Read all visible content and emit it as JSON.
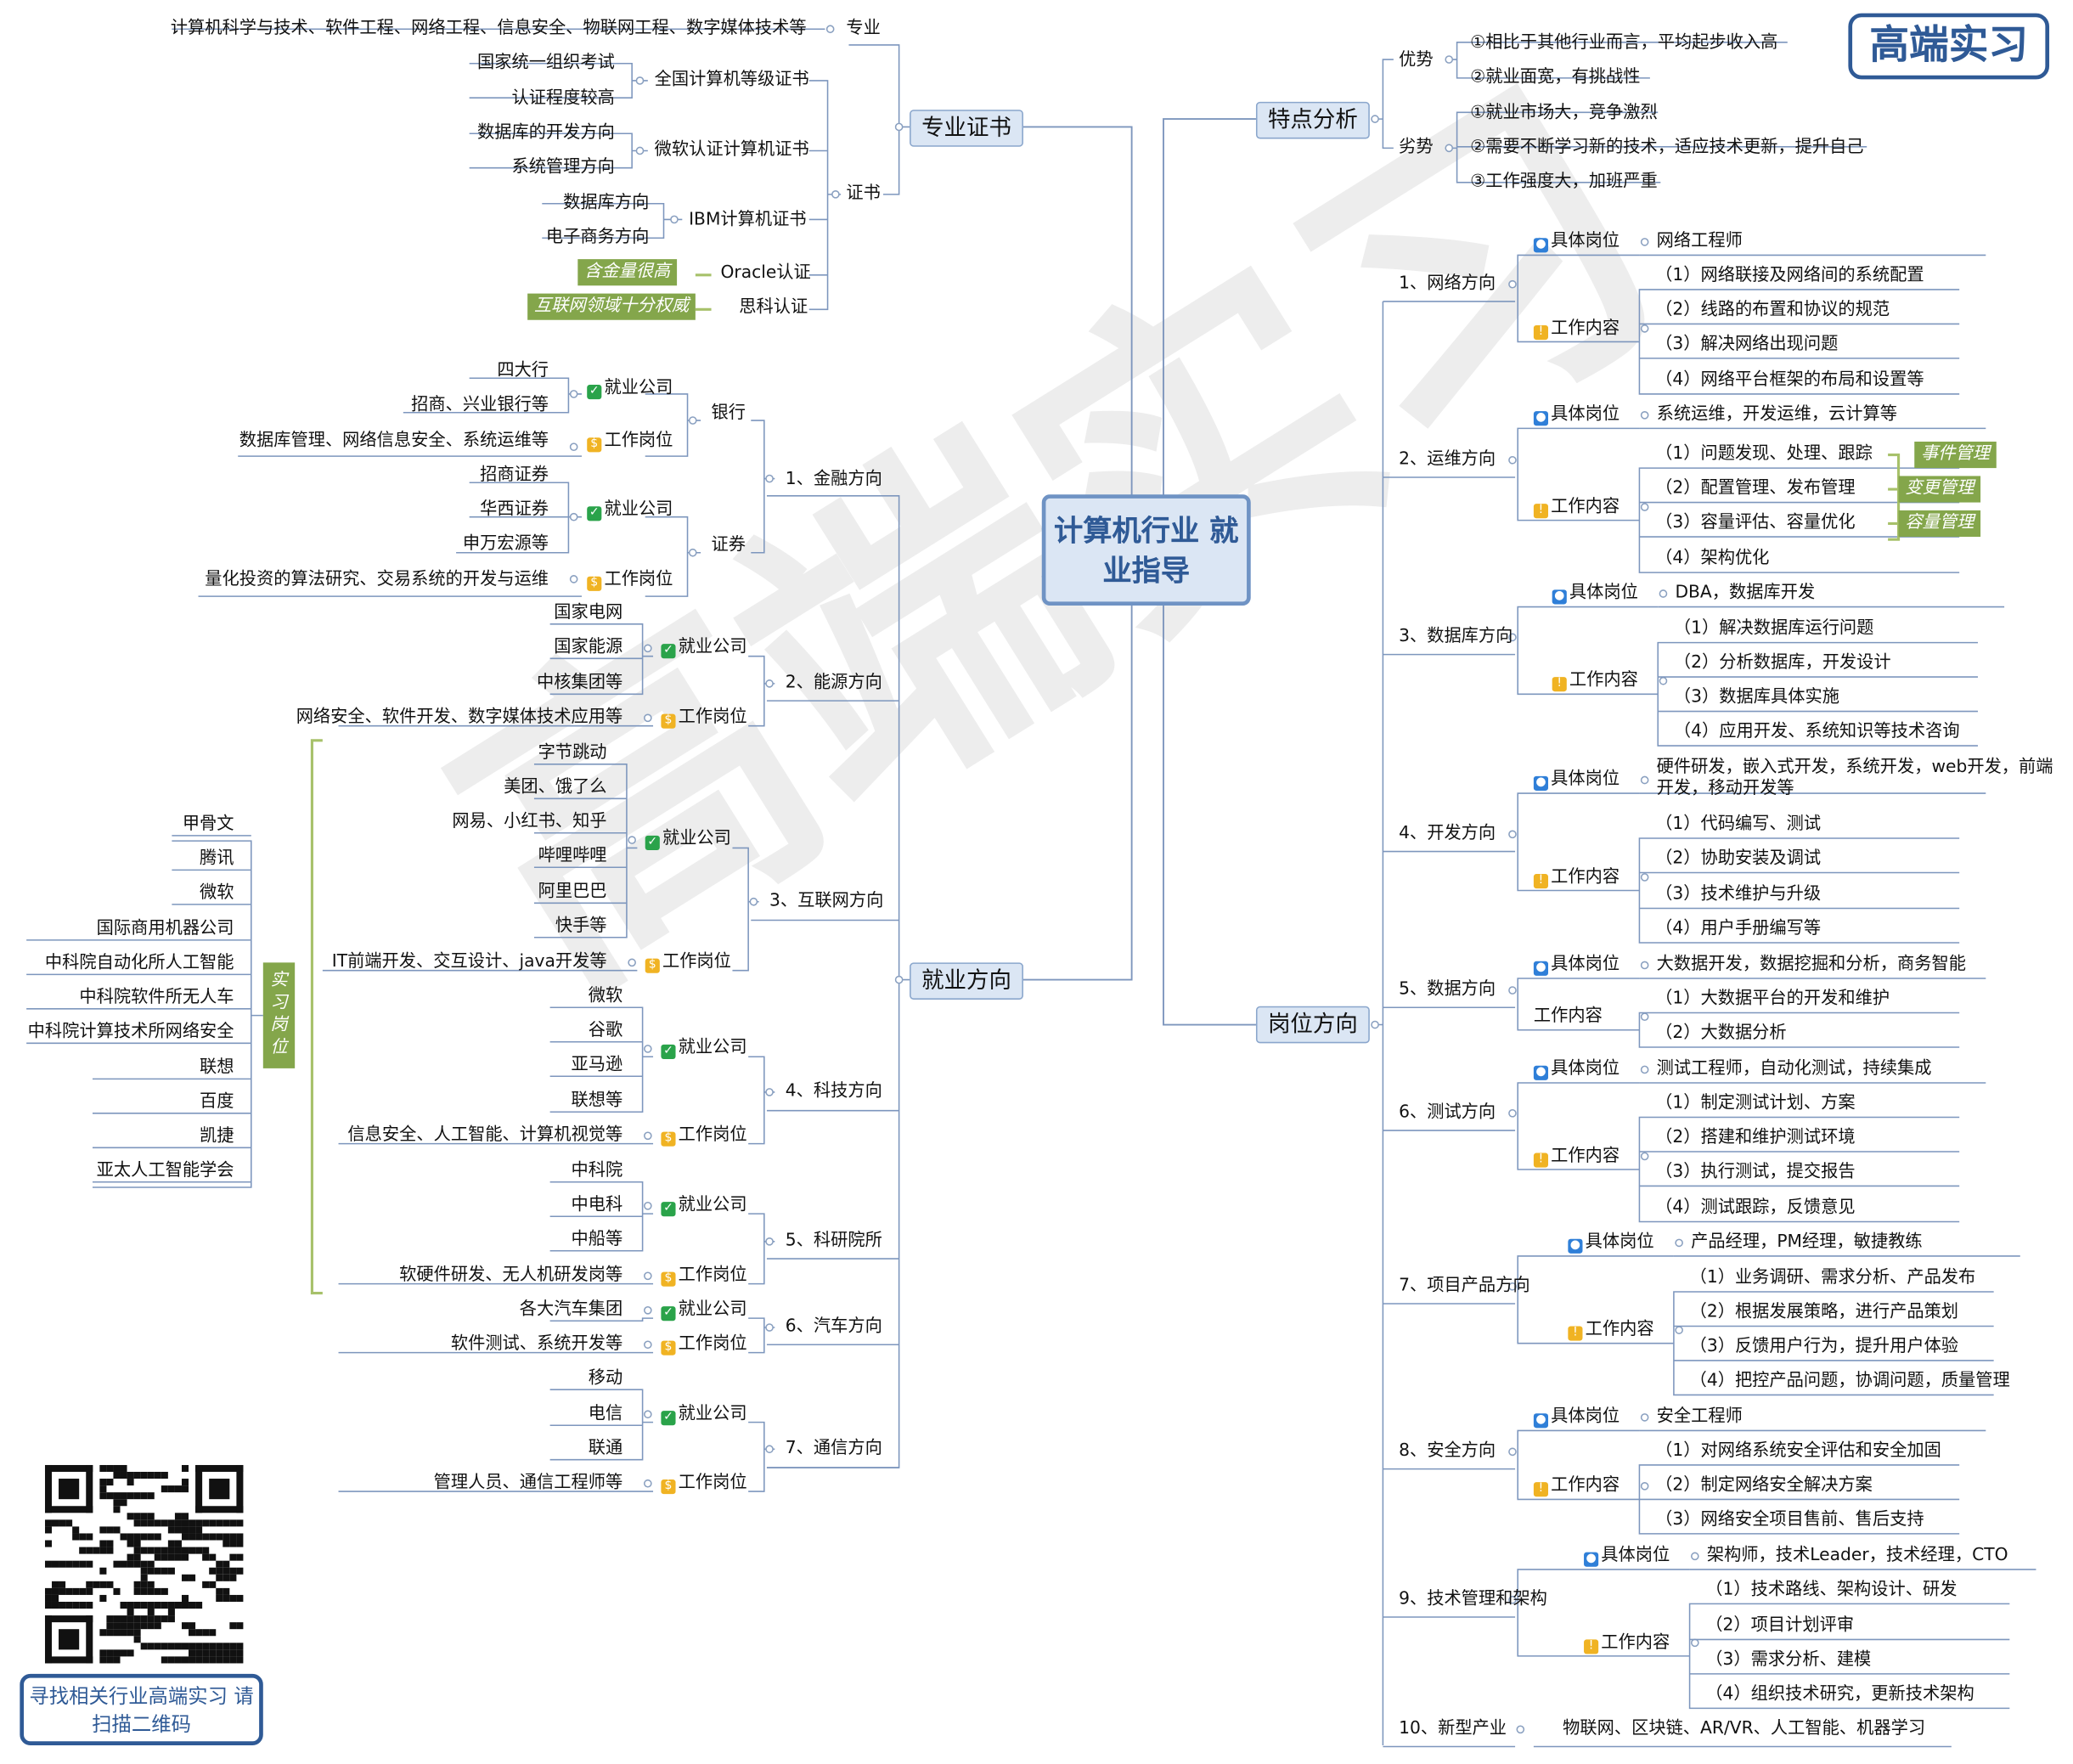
{
  "badge": "高端实习",
  "center_title": "计算机行业 就业指导",
  "watermark": "高端实习",
  "qr_caption": "寻找相关行业高端实习 请扫描二维码",
  "notes": {
    "oracle": "含金量很高",
    "cisco": "互联网领域十分权威",
    "intern": "实习岗位"
  },
  "intern_companies": [
    "甲骨文",
    "腾讯",
    "微软",
    "国际商用机器公司",
    "中科院自动化所人工智能",
    "中科院软件所无人车",
    "中科院计算技术所网络安全",
    "联想",
    "百度",
    "凯捷",
    "亚太人工智能学会"
  ],
  "cert": {
    "title": "专业证书",
    "major_label": "专业",
    "major_text": "计算机科学与技术、软件工程、网络工程、信息安全、物联网工程、数字媒体技术等",
    "cert_label": "证书",
    "items": [
      {
        "name": "全国计算机等级证书",
        "subs": [
          "国家统一组织考试",
          "认证程度较高"
        ]
      },
      {
        "name": "微软认证计算机证书",
        "subs": [
          "数据库的开发方向",
          "系统管理方向"
        ]
      },
      {
        "name": "IBM计算机证书",
        "subs": [
          "数据库方向",
          "电子商务方向"
        ]
      },
      {
        "name": "Oracle认证",
        "subs": []
      },
      {
        "name": "思科认证",
        "subs": []
      }
    ]
  },
  "labels": {
    "company": "就业公司",
    "position": "工作岗位",
    "job": "具体岗位",
    "content": "工作内容"
  },
  "employment": {
    "title": "就业方向",
    "finance": {
      "name": "1、金融方向",
      "bank": {
        "name": "银行",
        "companies": [
          "四大行",
          "招商、兴业银行等"
        ],
        "positions": "数据库管理、网络信息安全、系统运维等"
      },
      "securities": {
        "name": "证券",
        "companies": [
          "招商证券",
          "华西证券",
          "申万宏源等"
        ],
        "positions": "量化投资的算法研究、交易系统的开发与运维"
      }
    },
    "branches": [
      {
        "name": "2、能源方向",
        "companies": [
          "国家电网",
          "国家能源",
          "中核集团等"
        ],
        "positions": "网络安全、软件开发、数字媒体技术应用等"
      },
      {
        "name": "3、互联网方向",
        "companies": [
          "字节跳动",
          "美团、饿了么",
          "网易、小红书、知乎",
          "哔哩哔哩",
          "阿里巴巴",
          "快手等"
        ],
        "positions": "IT前端开发、交互设计、java开发等"
      },
      {
        "name": "4、科技方向",
        "companies": [
          "微软",
          "谷歌",
          "亚马逊",
          "联想等"
        ],
        "positions": "信息安全、人工智能、计算机视觉等"
      },
      {
        "name": "5、科研院所",
        "companies": [
          "中科院",
          "中电科",
          "中船等"
        ],
        "positions": "软硬件研发、无人机研发岗等"
      },
      {
        "name": "6、汽车方向",
        "companies": [
          "各大汽车集团"
        ],
        "positions": "软件测试、系统开发等"
      },
      {
        "name": "7、通信方向",
        "companies": [
          "移动",
          "电信",
          "联通"
        ],
        "positions": "管理人员、通信工程师等"
      }
    ]
  },
  "features": {
    "title": "特点分析",
    "advantages": {
      "label": "优势",
      "items": [
        "①相比于其他行业而言，平均起步收入高",
        "②就业面宽，有挑战性"
      ]
    },
    "disadvantages": {
      "label": "劣势",
      "items": [
        "①就业市场大，竞争激烈",
        "②需要不断学习新的技术，适应技术更新，提升自己",
        "③工作强度大，加班严重"
      ]
    }
  },
  "positions": {
    "title": "岗位方向",
    "ops_tags": [
      "事件管理",
      "变更管理",
      "容量管理"
    ],
    "items": [
      {
        "name": "1、网络方向",
        "job": "网络工程师",
        "content": [
          "（1）网络联接及网络间的系统配置",
          "（2）线路的布置和协议的规范",
          "（3）解决网络出现问题",
          "（4）网络平台框架的布局和设置等"
        ]
      },
      {
        "name": "2、运维方向",
        "job": "系统运维，开发运维，云计算等",
        "content": [
          "（1）问题发现、处理、跟踪",
          "（2）配置管理、发布管理",
          "（3）容量评估、容量优化",
          "（4）架构优化"
        ]
      },
      {
        "name": "3、数据库方向",
        "job": "DBA，数据库开发",
        "content": [
          "（1）解决数据库运行问题",
          "（2）分析数据库，开发设计",
          "（3）数据库具体实施",
          "（4）应用开发、系统知识等技术咨询"
        ]
      },
      {
        "name": "4、开发方向",
        "job": "硬件研发，嵌入式开发，系统开发，web开发，前端开发，移动开发等",
        "content": [
          "（1）代码编写、测试",
          "（2）协助安装及调试",
          "（3）技术维护与升级",
          "（4）用户手册编写等"
        ]
      },
      {
        "name": "5、数据方向",
        "job": "大数据开发，数据挖掘和分析，商务智能",
        "content": [
          "（1）大数据平台的开发和维护",
          "（2）大数据分析"
        ]
      },
      {
        "name": "6、测试方向",
        "job": "测试工程师，自动化测试，持续集成",
        "content": [
          "（1）制定测试计划、方案",
          "（2）搭建和维护测试环境",
          "（3）执行测试，提交报告",
          "（4）测试跟踪，反馈意见"
        ]
      },
      {
        "name": "7、项目产品方向",
        "job": "产品经理，PM经理，敏捷教练",
        "content": [
          "（1）业务调研、需求分析、产品发布",
          "（2）根据发展策略，进行产品策划",
          "（3）反馈用户行为，提升用户体验",
          "（4）把控产品问题，协调问题，质量管理"
        ]
      },
      {
        "name": "8、安全方向",
        "job": "安全工程师",
        "content": [
          "（1）对网络系统安全评估和安全加固",
          "（2）制定网络安全解决方案",
          "（3）网络安全项目售前、售后支持"
        ]
      },
      {
        "name": "9、技术管理和架构",
        "job": "架构师，技术Leader，技术经理，CTO",
        "content": [
          "（1）技术路线、架构设计、研发",
          "（2）项目计划评审",
          "（3）需求分析、建模",
          "（4）组织技术研究，更新技术架构"
        ]
      },
      {
        "name": "10、新型产业",
        "text": "物联网、区块链、AR/VR、人工智能、机器学习"
      }
    ]
  }
}
